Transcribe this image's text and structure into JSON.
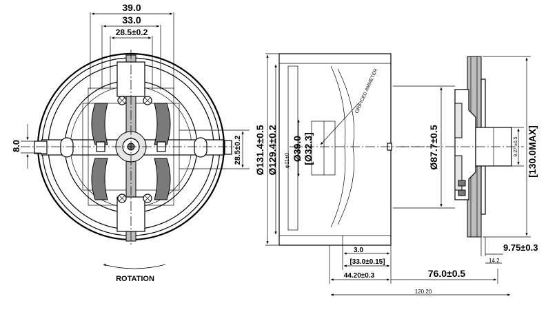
{
  "front_view": {
    "dim_width_outer": "39.0",
    "dim_width_mid": "33.0",
    "dim_width_inner": "28.5±0.2",
    "dim_left": "8.0",
    "dim_right_vertical": "28.5±0.2",
    "rotation_label": "ROTATION"
  },
  "side_view": {
    "dia_outer": "Ø131.4±0.5",
    "dia_inner": "Ø129.4±0.2",
    "dia_39": "Ø39.0",
    "dia_32": "[Ø32.3]",
    "small_label": "φ11±0.",
    "annotation": "ORIFICED AMMETER",
    "dim_3": "3.0",
    "dim_33": "[33.0±0.15]",
    "dim_44": "44.20±0.3"
  },
  "right_view": {
    "dia_87": "Ø87.7±0.5",
    "dim_130max": "[130.0MAX]",
    "small_vertical": "9.27 ±0.5",
    "dim_975": "9.75±0.3",
    "dim_142": "14.2",
    "dim_76": "76.0±0.5",
    "dim_120": "120.20"
  }
}
